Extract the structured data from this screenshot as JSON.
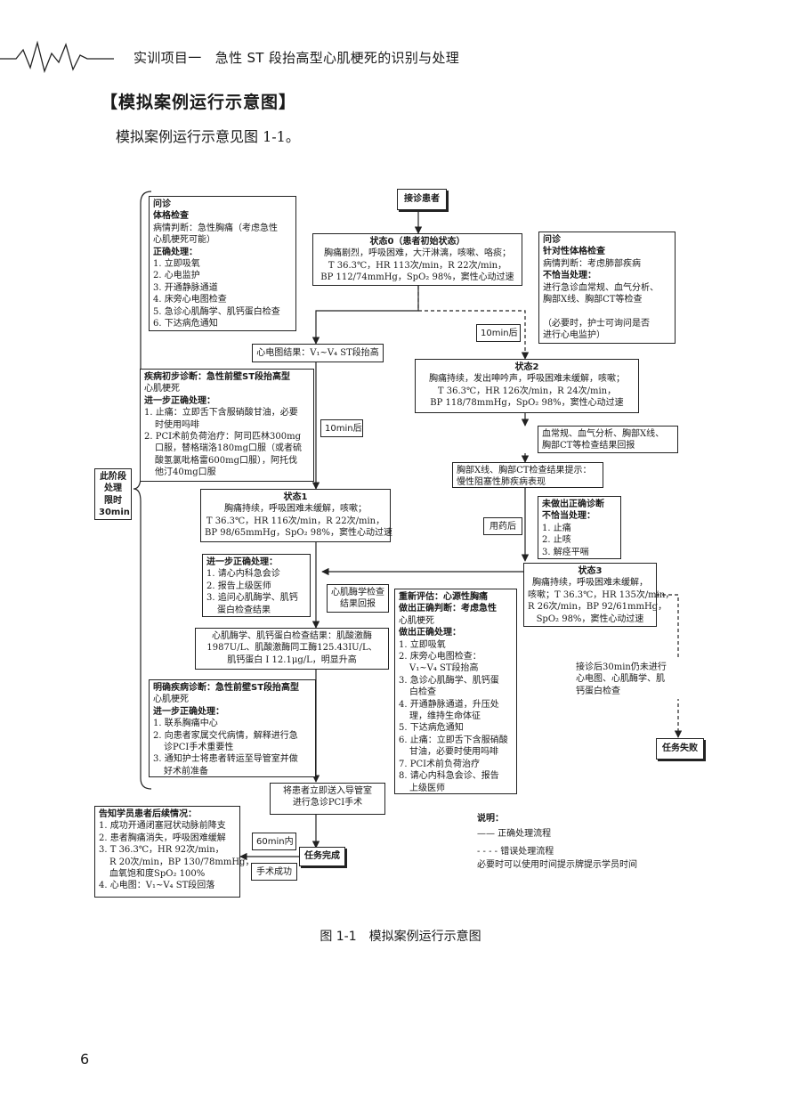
{
  "header": {
    "title": "实训项目一　急性 ST 段抬高型心肌梗死的识别与处理"
  },
  "section": {
    "heading": "【模拟案例运行示意图】",
    "intro": "模拟案例运行示意见图 1-1。"
  },
  "caption": "图 1-1　模拟案例运行示意图",
  "page_number": "6",
  "nodes": {
    "receive": {
      "lines": [
        {
          "t": "接诊患者",
          "b": true
        }
      ]
    },
    "inquiry_left": {
      "lines": [
        {
          "t": "问诊",
          "b": true
        },
        {
          "t": "体格检查",
          "b": true
        },
        {
          "t": "病情判断：急性胸痛（考虑急性",
          "b": false
        },
        {
          "t": "心肌梗死可能）",
          "b": false
        },
        {
          "t": "正确处理：",
          "b": true
        },
        {
          "t": "1. 立即吸氧",
          "b": false
        },
        {
          "t": "2. 心电监护",
          "b": false
        },
        {
          "t": "3. 开通静脉通道",
          "b": false
        },
        {
          "t": "4. 床旁心电图检查",
          "b": false
        },
        {
          "t": "5. 急诊心肌酶学、肌钙蛋白检查",
          "b": false
        },
        {
          "t": "6. 下达病危通知",
          "b": false
        }
      ]
    },
    "state0": {
      "lines": [
        {
          "t": "状态0（患者初始状态）",
          "b": true
        },
        {
          "t": "胸痛剧烈，呼吸困难，大汗淋漓，咳嗽、咯痰；",
          "b": false
        },
        {
          "t": "T 36.3℃，HR 113次/min，R 22次/min，",
          "b": false
        },
        {
          "t": "BP 112/74mmHg，SpO₂ 98%，窦性心动过速",
          "b": false
        }
      ]
    },
    "inquiry_right": {
      "lines": [
        {
          "t": "问诊",
          "b": true
        },
        {
          "t": "针对性体格检查",
          "b": true
        },
        {
          "t": "病情判断：考虑肺部疾病",
          "b": false
        },
        {
          "t": "不恰当处理：",
          "b": true
        },
        {
          "t": "进行急诊血常规、血气分析、",
          "b": false
        },
        {
          "t": "胸部X线、胸部CT等检查",
          "b": false
        },
        {
          "t": "",
          "b": false
        },
        {
          "t": "（必要时，护士可询问是否",
          "b": false
        },
        {
          "t": "进行心电监护）",
          "b": false
        }
      ]
    },
    "ten_min_a": {
      "lines": [
        {
          "t": "10min后",
          "b": false
        }
      ]
    },
    "ecg_result": {
      "lines": [
        {
          "t": "心电图结果：V₁~V₄ ST段抬高",
          "b": false
        }
      ]
    },
    "state2": {
      "lines": [
        {
          "t": "状态2",
          "b": true
        },
        {
          "t": "胸痛持续，发出呻吟声，呼吸困难未缓解，咳嗽；",
          "b": false
        },
        {
          "t": "T 36.3℃，HR 126次/min，R 24次/min，",
          "b": false
        },
        {
          "t": "BP 118/78mmHg，SpO₂ 98%，窦性心动过速",
          "b": false
        }
      ]
    },
    "prelim_diag": {
      "lines": [
        {
          "t": "疾病初步诊断：急性前壁ST段抬高型",
          "b": true
        },
        {
          "t": "心肌梗死",
          "b": false
        },
        {
          "t": "进一步正确处理：",
          "b": true
        },
        {
          "t": "1. 止痛：立即舌下含服硝酸甘油，必要",
          "b": false
        },
        {
          "t": "时使用吗啡",
          "b": false,
          "i": true
        },
        {
          "t": "2. PCI术前负荷治疗：阿司匹林300mg",
          "b": false
        },
        {
          "t": "口服，替格瑞洛180mg口服（或者硫",
          "b": false,
          "i": true
        },
        {
          "t": "酸氢氯吡格雷600mg口服），阿托伐",
          "b": false,
          "i": true
        },
        {
          "t": "他汀40mg口服",
          "b": false,
          "i": true
        }
      ]
    },
    "ten_min_b": {
      "lines": [
        {
          "t": "10min后",
          "b": false
        }
      ]
    },
    "lab_results": {
      "lines": [
        {
          "t": "血常规、血气分析、胸部X线、",
          "b": false
        },
        {
          "t": "胸部CT等检查结果回报",
          "b": false
        }
      ]
    },
    "time_limit": {
      "lines": [
        {
          "t": "此阶段",
          "b": true
        },
        {
          "t": "处理",
          "b": true
        },
        {
          "t": "限时",
          "b": true
        },
        {
          "t": "30min",
          "b": true
        }
      ]
    },
    "xray_ct": {
      "lines": [
        {
          "t": "胸部X线、胸部CT检查结果提示：",
          "b": false
        },
        {
          "t": "慢性阻塞性肺疾病表现",
          "b": false
        }
      ]
    },
    "state1": {
      "lines": [
        {
          "t": "状态1",
          "b": true
        },
        {
          "t": "胸痛持续，呼吸困难未缓解，咳嗽；",
          "b": false
        },
        {
          "t": "T 36.3℃，HR 116次/min，R 22次/min，",
          "b": false
        },
        {
          "t": "BP 98/65mmHg，SpO₂ 98%，窦性心动过速",
          "b": false
        }
      ]
    },
    "no_correct": {
      "lines": [
        {
          "t": "未做出正确诊断",
          "b": true
        },
        {
          "t": "不恰当处理：",
          "b": true
        },
        {
          "t": "1. 止痛",
          "b": false
        },
        {
          "t": "2. 止咳",
          "b": false
        },
        {
          "t": "3. 解痉平喘",
          "b": false
        }
      ]
    },
    "after_drug": {
      "lines": [
        {
          "t": "用药后",
          "b": false
        }
      ]
    },
    "further_correct": {
      "lines": [
        {
          "t": "进一步正确处理：",
          "b": true
        },
        {
          "t": "1. 请心内科急会诊",
          "b": false
        },
        {
          "t": "2. 报告上级医师",
          "b": false
        },
        {
          "t": "3. 追问心肌酶学、肌钙",
          "b": false
        },
        {
          "t": "蛋白检查结果",
          "b": false,
          "i": true
        }
      ]
    },
    "enzyme_return": {
      "lines": [
        {
          "t": "心肌酶学检查",
          "b": false
        },
        {
          "t": "结果回报",
          "b": false
        }
      ]
    },
    "state3": {
      "lines": [
        {
          "t": "状态3",
          "b": true
        },
        {
          "t": "胸痛持续，呼吸困难未缓解，",
          "b": false
        },
        {
          "t": "咳嗽；T 36.3℃，HR 135次/min，",
          "b": false
        },
        {
          "t": "R 26次/min，BP 92/61mmHg，",
          "b": false
        },
        {
          "t": "SpO₂ 98%，窦性心动过速",
          "b": false
        }
      ]
    },
    "reassess": {
      "lines": [
        {
          "t": "重新评估：心源性胸痛",
          "b": true
        },
        {
          "t": "做出正确判断：考虑急性",
          "b": true
        },
        {
          "t": "心肌梗死",
          "b": false
        },
        {
          "t": "做出正确处理：",
          "b": true
        },
        {
          "t": "1. 立即吸氧",
          "b": false
        },
        {
          "t": "2. 床旁心电图检查：",
          "b": false
        },
        {
          "t": "V₁~V₄ ST段抬高",
          "b": false,
          "i": true
        },
        {
          "t": "3. 急诊心肌酶学、肌钙蛋",
          "b": false
        },
        {
          "t": "白检查",
          "b": false,
          "i": true
        },
        {
          "t": "4. 开通静脉通道，升压处",
          "b": false
        },
        {
          "t": "理，维持生命体征",
          "b": false,
          "i": true
        },
        {
          "t": "5. 下达病危通知",
          "b": false
        },
        {
          "t": "6. 止痛：立即舌下含服硝酸",
          "b": false
        },
        {
          "t": "甘油，必要时使用吗啡",
          "b": false,
          "i": true
        },
        {
          "t": "7. PCI术前负荷治疗",
          "b": false
        },
        {
          "t": "8. 请心内科急会诊、报告",
          "b": false
        },
        {
          "t": "上级医师",
          "b": false,
          "i": true
        }
      ]
    },
    "enzyme_result": {
      "lines": [
        {
          "t": "心肌酶学、肌钙蛋白检查结果：肌酸激酶",
          "b": false
        },
        {
          "t": "1987U/L、肌酸激酶同工酶125.43IU/L、",
          "b": false
        },
        {
          "t": "肌钙蛋白 I 12.1μg/L，明显升高",
          "b": false
        }
      ]
    },
    "timeout": {
      "lines": [
        {
          "t": "接诊后30min仍未进行",
          "b": false
        },
        {
          "t": "心电图、心肌酶学、肌",
          "b": false
        },
        {
          "t": "钙蛋白检查",
          "b": false
        }
      ]
    },
    "confirmed": {
      "lines": [
        {
          "t": "明确疾病诊断：急性前壁ST段抬高型",
          "b": true
        },
        {
          "t": "心肌梗死",
          "b": false
        },
        {
          "t": "进一步正确处理：",
          "b": true
        },
        {
          "t": "1. 联系胸痛中心",
          "b": false
        },
        {
          "t": "2. 向患者家属交代病情，解释进行急",
          "b": false
        },
        {
          "t": "诊PCI手术重要性",
          "b": false,
          "i": true
        },
        {
          "t": "3. 通知护士将患者转运至导管室并做",
          "b": false
        },
        {
          "t": "好术前准备",
          "b": false,
          "i": true
        }
      ]
    },
    "fail": {
      "lines": [
        {
          "t": "任务失败",
          "b": true
        }
      ]
    },
    "transfer": {
      "lines": [
        {
          "t": "将患者立即送入导管室",
          "b": false
        },
        {
          "t": "进行急诊PCI手术",
          "b": false
        }
      ]
    },
    "inform": {
      "lines": [
        {
          "t": "告知学员患者后续情况：",
          "b": true
        },
        {
          "t": "1. 成功开通闭塞冠状动脉前降支",
          "b": false
        },
        {
          "t": "2. 患者胸痛消失，呼吸困难缓解",
          "b": false
        },
        {
          "t": "3. T 36.3℃，HR 92次/min，",
          "b": false
        },
        {
          "t": "R 20次/min，BP 130/78mmHg，",
          "b": false,
          "i": true
        },
        {
          "t": "血氧饱和度SpO₂ 100%",
          "b": false,
          "i": true
        },
        {
          "t": "4. 心电图：V₁~V₄ ST段回落",
          "b": false
        }
      ]
    },
    "sixty_min": {
      "lines": [
        {
          "t": "60min内",
          "b": false
        }
      ]
    },
    "complete": {
      "lines": [
        {
          "t": "任务完成",
          "b": true
        }
      ]
    },
    "surgery_ok": {
      "lines": [
        {
          "t": "手术成功",
          "b": false
        }
      ]
    }
  },
  "legend": {
    "title": "说明：",
    "solid": "—— 正确处理流程",
    "dashed": "- - - - 错误处理流程",
    "note": "必要时可以使用时间提示牌提示学员时间"
  }
}
